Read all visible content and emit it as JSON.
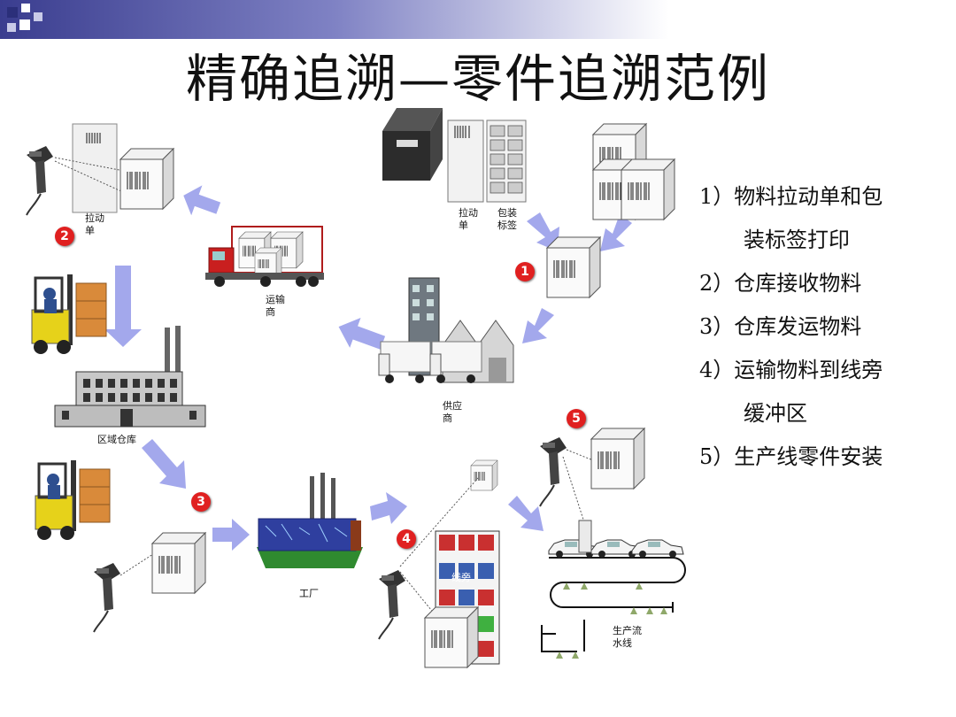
{
  "title": "精确追溯—零件追溯范例",
  "labels": {
    "pull_slip_left": [
      "拉动",
      "单"
    ],
    "pull_slip_top": [
      "拉动",
      "单"
    ],
    "package_label": [
      "包装",
      "标签"
    ],
    "carrier": [
      "运输",
      "商"
    ],
    "supplier": [
      "供应",
      "商"
    ],
    "warehouse": "区域仓库",
    "factory": "工厂",
    "line_side": "线旁",
    "production_line": [
      "生产流",
      "水线"
    ]
  },
  "badges": [
    "1",
    "2",
    "3",
    "4",
    "5"
  ],
  "steps": [
    {
      "num": "1）",
      "text": "物料拉动单和包",
      "cont": "装标签打印"
    },
    {
      "num": "2）",
      "text": "仓库接收物料",
      "cont": ""
    },
    {
      "num": "3）",
      "text": "仓库发运物料",
      "cont": ""
    },
    {
      "num": "4）",
      "text": "运输物料到线旁",
      "cont": "缓冲区"
    },
    {
      "num": "5）",
      "text": "生产线零件安装",
      "cont": ""
    }
  ],
  "colors": {
    "arrow": "#a3a8ec",
    "badge": "#e02020",
    "banner": "#3a3d8f"
  }
}
